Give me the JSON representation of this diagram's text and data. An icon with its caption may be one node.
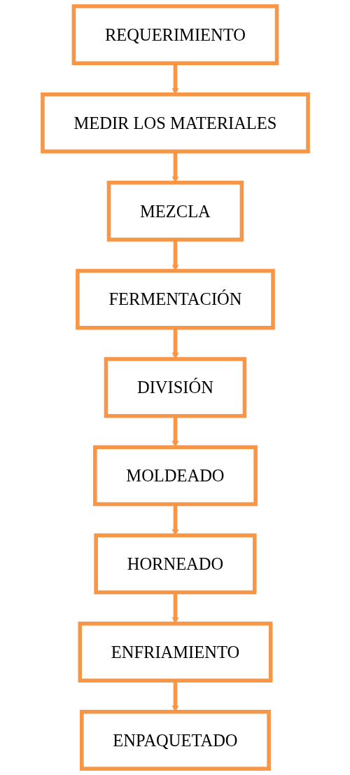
{
  "diagram": {
    "nodes": [
      {
        "text": [
          "REQUERIMIENTO"
        ]
      },
      {
        "text": [
          "MEDIR LOS MATERIALES"
        ]
      },
      {
        "text": [
          "MEZCLA"
        ]
      },
      {
        "text": [
          "FERMENTACIÓN"
        ]
      },
      {
        "text": [
          "DIVISIÓN"
        ]
      },
      {
        "text": [
          "MOLDEADO"
        ]
      },
      {
        "text": [
          "HORNEADO"
        ]
      },
      {
        "text": [
          "ENFRIAMIENTO"
        ]
      },
      {
        "text": [
          "ENPAQUETADO"
        ]
      }
    ],
    "edges": [
      {
        "from": 0,
        "to": 1,
        "arrow": "to"
      },
      {
        "from": 1,
        "to": 2,
        "arrow": "to"
      },
      {
        "from": 2,
        "to": 3,
        "arrow": "to"
      },
      {
        "from": 3,
        "to": 4,
        "arrow": "to"
      },
      {
        "from": 4,
        "to": 5,
        "arrow": "to"
      },
      {
        "from": 5,
        "to": 6,
        "arrow": "to"
      },
      {
        "from": 6,
        "to": 7,
        "arrow": "to"
      },
      {
        "from": 7,
        "to": 8,
        "arrow": "to"
      }
    ]
  }
}
